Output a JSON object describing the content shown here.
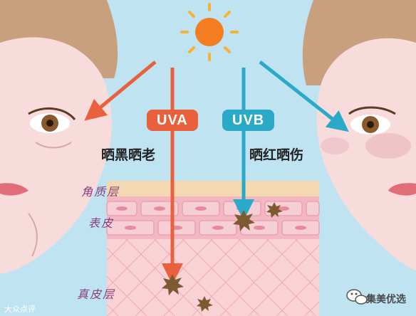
{
  "labels": {
    "uva": "UVA",
    "uvb": "UVB",
    "uva_effect": "晒黑晒老",
    "uvb_effect": "晒红晒伤"
  },
  "layers": {
    "stratum_corneum": "角质层",
    "epidermis": "表皮",
    "dermis": "真皮层"
  },
  "watermarks": {
    "left": "大众点评",
    "right": "集美优选"
  },
  "colors": {
    "uva": "#e8613c",
    "uvb": "#2aa9c9",
    "sun": "#f47d22",
    "sun_rays": "#f8b233",
    "background": "#bfe3f1",
    "skin": "#f7dcdb",
    "hair": "#c9a07e",
    "corneum": "#f4d8b2",
    "epidermis": "#f3b7c2",
    "dermis": "#f9d2d6",
    "damage": "#7d5a32"
  },
  "icons": {
    "sun": "sun-icon",
    "damage": "damage-burst-icon",
    "wechat": "wechat-icon"
  }
}
